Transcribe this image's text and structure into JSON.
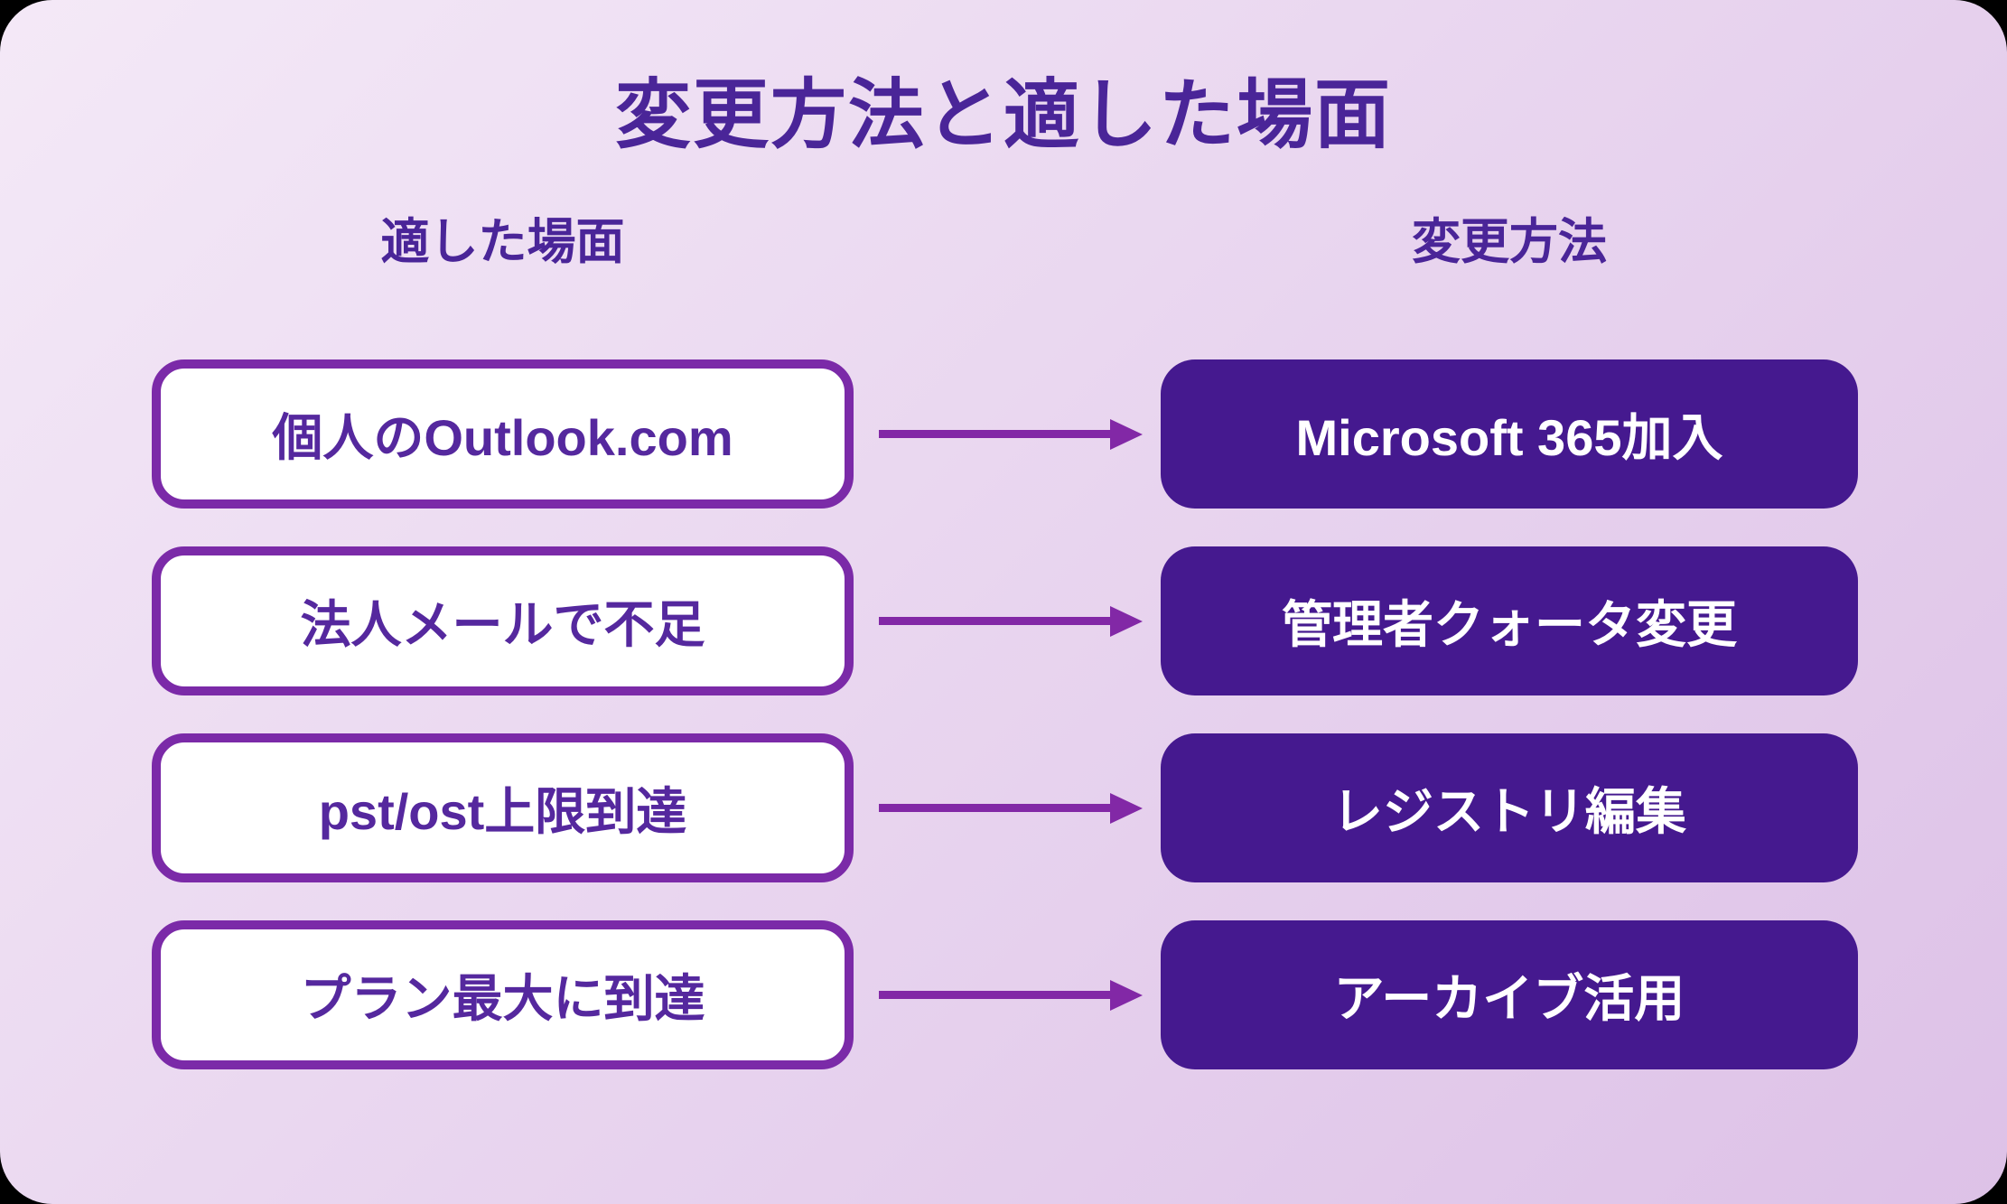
{
  "title": "変更方法と適した場面",
  "columns": {
    "left_header": "適した場面",
    "right_header": "変更方法"
  },
  "rows": [
    {
      "scene": "個人のOutlook.com",
      "method": "Microsoft 365加入"
    },
    {
      "scene": "法人メールで不足",
      "method": "管理者クォータ変更"
    },
    {
      "scene": "pst/ost上限到達",
      "method": "レジストリ編集"
    },
    {
      "scene": "プラン最大に到達",
      "method": "アーカイブ活用"
    }
  ],
  "colors": {
    "background_gradient_start": "#f4e9f7",
    "background_gradient_end": "#ddc1e7",
    "heading_text": "#4a2598",
    "scene_box_border": "#7b2aa8",
    "scene_box_bg": "#ffffff",
    "scene_box_text": "#55289e",
    "method_box_bg": "#45198f",
    "method_box_text": "#ffffff",
    "arrow": "#8228a6"
  }
}
